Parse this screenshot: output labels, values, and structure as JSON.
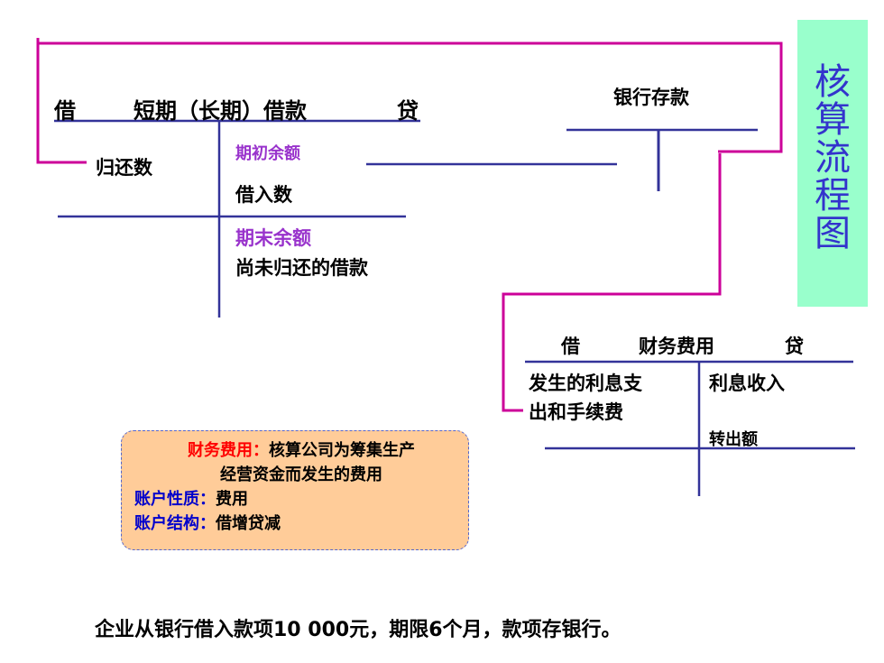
{
  "loan_account": {
    "debit": "借",
    "name": "短期（长期）借款",
    "credit": "贷",
    "debit_entry": "归还数",
    "opening_balance": "期初余额",
    "credit_entry": "借入数",
    "closing_balance": "期末余额",
    "closing_note": "尚未归还的借款"
  },
  "bank_account": {
    "name": "银行存款"
  },
  "finance_account": {
    "debit": "借",
    "name": "财务费用",
    "credit": "贷",
    "debit_entry_line1": "发生的利息支",
    "debit_entry_line2": "出和手续费",
    "credit_entry": "利息收入",
    "transfer_out": "转出额"
  },
  "side_title": [
    "核",
    "算",
    "流",
    "程",
    "图"
  ],
  "note": {
    "def_label": "财务费用：",
    "def_text_1": "核算公司为筹集生产",
    "def_text_2": "经营资金而发生的费用",
    "nature_label": "账户性质：",
    "nature_value": "费用",
    "structure_label": "账户结构：",
    "structure_value": "借增贷减"
  },
  "example": "企业从银行借入款项10 000元，期限6个月，款项存银行。",
  "colors": {
    "magenta_line": "#cc0099",
    "blue_line": "#333399",
    "side_bg": "#99ffcc",
    "side_text": "#3333cc",
    "note_bg": "#ffcc99",
    "purple_text": "#9933cc"
  }
}
